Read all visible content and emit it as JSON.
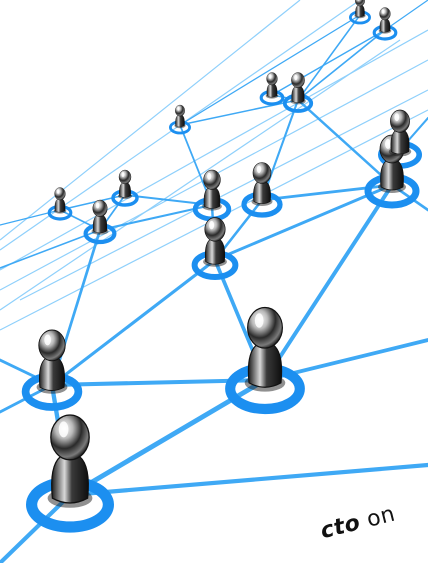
{
  "image": {
    "subject": "network-graph",
    "colors": {
      "background": "#ffffff",
      "link": "#3fa9f5",
      "link_faint": "#8fd0fb",
      "node_ring": "#1c8ff0",
      "figure_dark": "#1b1b1b",
      "figure_light": "#e8e8e8"
    }
  },
  "caption": {
    "bold_part": "cto",
    "rest": "on"
  }
}
